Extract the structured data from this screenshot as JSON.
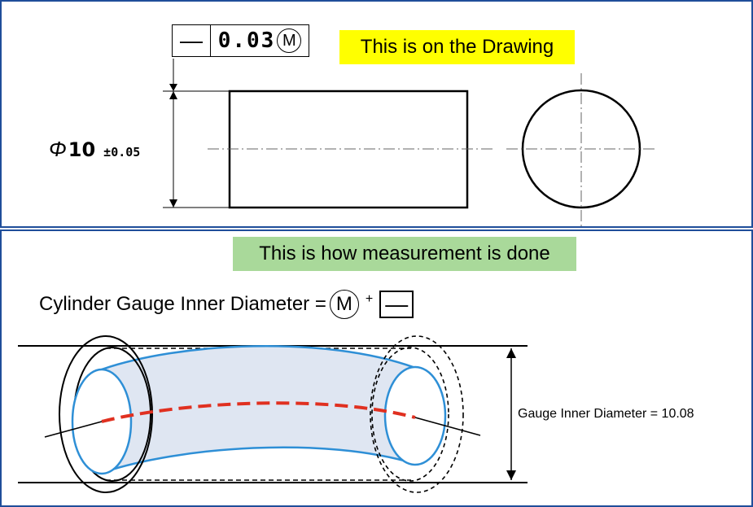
{
  "drawing": {
    "caption": "This is on the Drawing",
    "fcf": {
      "symbol": "—",
      "tolerance": "0.03",
      "modifier": "M"
    },
    "dimension": {
      "symbol": "Φ",
      "value": "10",
      "tolerance": "±0.05"
    }
  },
  "measurement": {
    "caption": "This is how measurement is done",
    "formula_text": "Cylinder Gauge Inner Diameter =",
    "modifier": "M",
    "plus": "+",
    "flatness_symbol": "—",
    "gauge_label": "Gauge Inner Diameter = 10.08"
  },
  "colors": {
    "frame": "#1f4e9a",
    "caption_top_bg": "#ffff00",
    "caption_bottom_bg": "#a9d99a",
    "bore_blue": "#2e8fd6",
    "axis_red": "#e03020"
  }
}
